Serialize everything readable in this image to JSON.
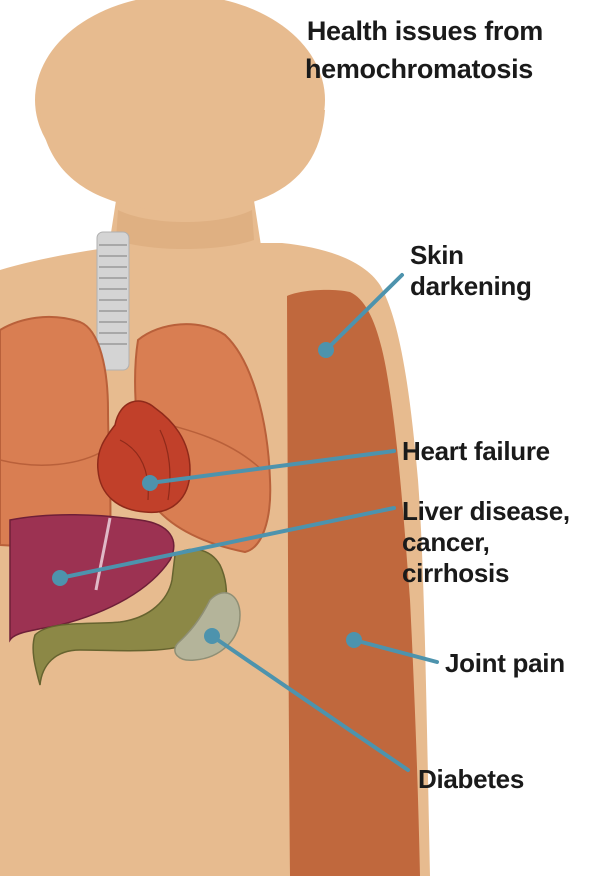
{
  "title": {
    "line1": "Health issues from",
    "line2": "hemochromatosis"
  },
  "labels": {
    "skin": [
      "Skin",
      "darkening"
    ],
    "heart": "Heart failure",
    "liver": [
      "Liver disease,",
      "cancer,",
      "cirrhosis"
    ],
    "joint": "Joint pain",
    "diabetes": "Diabetes"
  },
  "colors": {
    "skin": "#e7bb8f",
    "skin_shadow": "#d9a878",
    "darkened_skin": "#c0683d",
    "lung": "#d97e52",
    "heart": "#c1402a",
    "liver": "#9c3252",
    "stomach": "#8c8846",
    "pancreas": "#b4b49a",
    "trachea": "#d4d4d4",
    "leader_line": "#4d93ad"
  }
}
